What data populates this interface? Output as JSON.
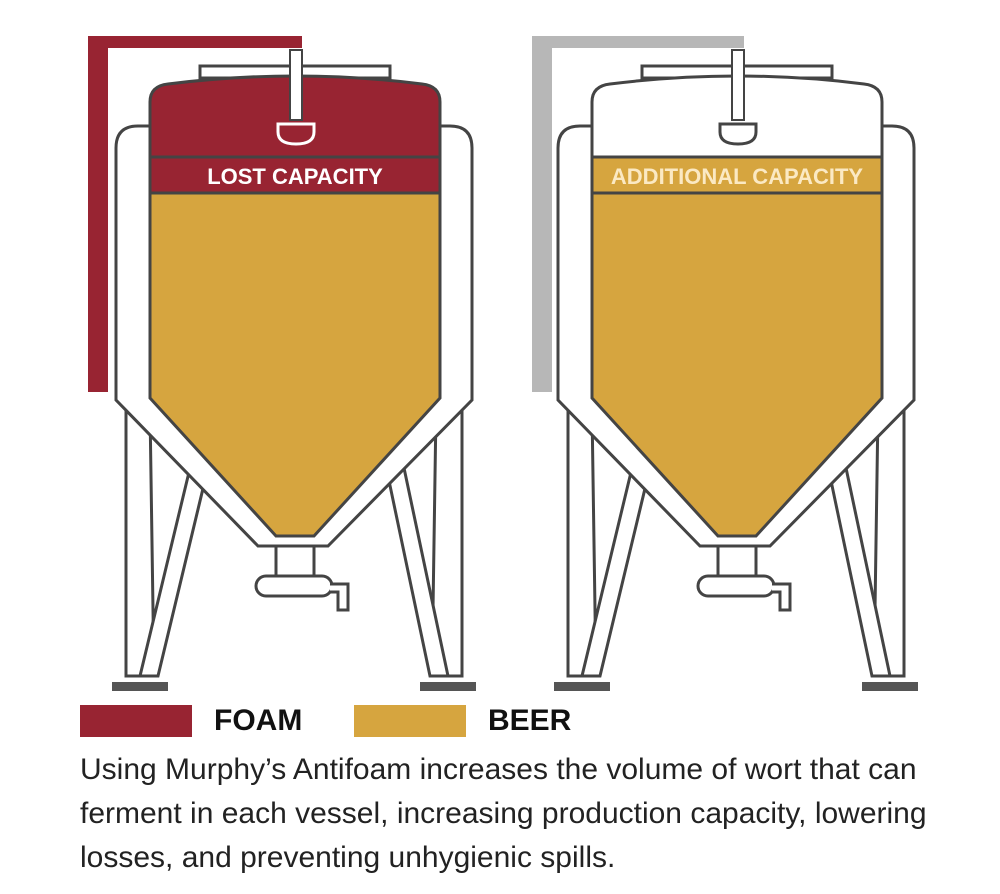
{
  "colors": {
    "foam": "#982432",
    "beer": "#d6a53f",
    "outline": "#444444",
    "pipe_grey": "#b7b7b7",
    "label_light": "#fbe9c3"
  },
  "tanks": [
    {
      "id": "without-antifoam",
      "band_label": "LOST CAPACITY",
      "band_fill": "foam",
      "head_fill": "foam",
      "pipe_color": "foam"
    },
    {
      "id": "with-antifoam",
      "band_label": "ADDITIONAL CAPACITY",
      "band_fill": "beer",
      "head_fill": "none",
      "pipe_color": "pipe_grey"
    }
  ],
  "legend": [
    {
      "label": "FOAM",
      "color": "#982432"
    },
    {
      "label": "BEER",
      "color": "#d6a53f"
    }
  ],
  "caption": "Using Murphy’s Antifoam increases the volume of wort that can ferment in each vessel, increasing production capacity, lowering losses, and preventing unhygienic spills."
}
